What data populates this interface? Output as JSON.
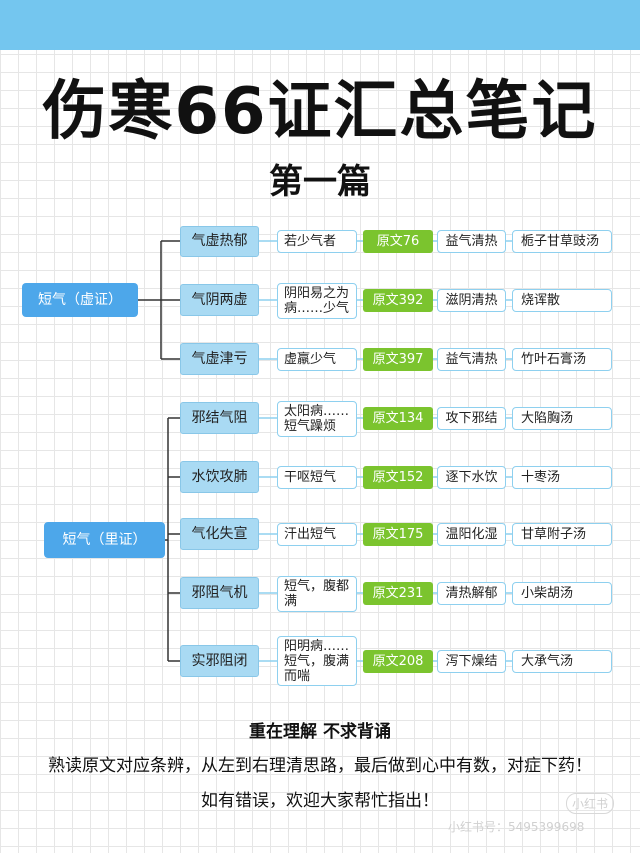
{
  "title": "伤寒66证汇总笔记",
  "subtitle": "第一篇",
  "groups": [
    {
      "label": "短气（虚证）"
    },
    {
      "label": "短气（里证）"
    }
  ],
  "rows": [
    {
      "category": "气虚热郁",
      "symptom": "若少气者",
      "source": "原文76",
      "method": "益气清热",
      "formula": "栀子甘草豉汤"
    },
    {
      "category": "气阴两虚",
      "symptom": "阴阳易之为病……少气",
      "source": "原文392",
      "method": "滋阴清热",
      "formula": "烧诨散"
    },
    {
      "category": "气虚津亏",
      "symptom": "虚羸少气",
      "source": "原文397",
      "method": "益气清热",
      "formula": "竹叶石膏汤"
    },
    {
      "category": "邪结气阻",
      "symptom": "太阳病……短气躁烦",
      "source": "原文134",
      "method": "攻下邪结",
      "formula": "大陷胸汤"
    },
    {
      "category": "水饮攻肺",
      "symptom": "干呕短气",
      "source": "原文152",
      "method": "逐下水饮",
      "formula": "十枣汤"
    },
    {
      "category": "气化失宣",
      "symptom": "汗出短气",
      "source": "原文175",
      "method": "温阳化湿",
      "formula": "甘草附子汤"
    },
    {
      "category": "邪阻气机",
      "symptom": "短气，腹都满",
      "source": "原文231",
      "method": "清热解郁",
      "formula": "小柴胡汤"
    },
    {
      "category": "实邪阻闭",
      "symptom": "阳明病……短气，腹满而喘",
      "source": "原文208",
      "method": "泻下燥结",
      "formula": "大承气汤"
    }
  ],
  "footer": {
    "heading": "重在理解  不求背诵",
    "line1": "熟读原文对应条辨，从左到右理清思路，最后做到心中有数，对症下药！",
    "line2": "如有错误，欢迎大家帮忙指出！"
  },
  "watermark": {
    "logo": "小红书",
    "id": "小红书号：5495399698"
  },
  "colors": {
    "top_bar": "#74c6ef",
    "root_box": "#4da7ea",
    "category_box": "#a9daf3",
    "source_box": "#7bc42e",
    "border": "#8ed0ef"
  }
}
